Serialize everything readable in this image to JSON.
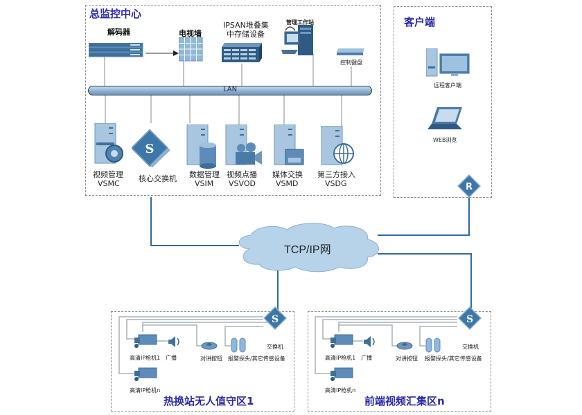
{
  "zones": {
    "center": {
      "title": "总监控中心"
    },
    "client": {
      "title": "客户端"
    },
    "site1": {
      "title": "热换站无人值守区1"
    },
    "siten": {
      "title": "前端视频汇集区n"
    }
  },
  "center": {
    "top_devices": [
      {
        "label": "解码器",
        "icon": "decoder-icon"
      },
      {
        "label": "电视墙",
        "icon": "video-wall-icon"
      },
      {
        "label": "IPSAN堆叠集中存储设备",
        "line1": "IPSAN堆叠集",
        "line2": "中存储设备",
        "icon": "storage-array-icon"
      },
      {
        "label": "管理工作站",
        "icon": "workstation-icon"
      },
      {
        "label": "控制键盘",
        "icon": "control-keyboard-icon"
      }
    ],
    "lan_label": "LAN",
    "servers": [
      {
        "line1": "视频管理",
        "line2": "VSMC",
        "icon": "server-gear-icon"
      },
      {
        "line1": "核心交换机",
        "line2": "",
        "icon": "core-switch-icon"
      },
      {
        "line1": "数据管理",
        "line2": "VSIM",
        "icon": "server-database-icon"
      },
      {
        "line1": "视频点播",
        "line2": "VSVOD",
        "icon": "server-camera-icon"
      },
      {
        "line1": "媒体交换",
        "line2": "VSMD",
        "icon": "server-media-icon"
      },
      {
        "line1": "第三方接入",
        "line2": "VSDG",
        "icon": "server-globe-icon"
      }
    ]
  },
  "client": {
    "devices": [
      {
        "label": "远程客户端",
        "icon": "desktop-pc-icon"
      },
      {
        "label": "WEB浏览",
        "icon": "laptop-icon"
      }
    ],
    "router_icon": "router-icon"
  },
  "network": {
    "label": "TCP/IP网"
  },
  "site": {
    "camera1": "高清IP枪机1",
    "cameran": "高清IP枪机n",
    "broadcast": "广播",
    "intercom": "对讲按钮",
    "sensor": "报警探头/其它传感设备",
    "switch": "交换机"
  },
  "colors": {
    "zone_title": "#2a2aa8",
    "link": "#2f6b9e",
    "icon_blue": "#3c77a8",
    "cloud": "#b7d3ea"
  }
}
